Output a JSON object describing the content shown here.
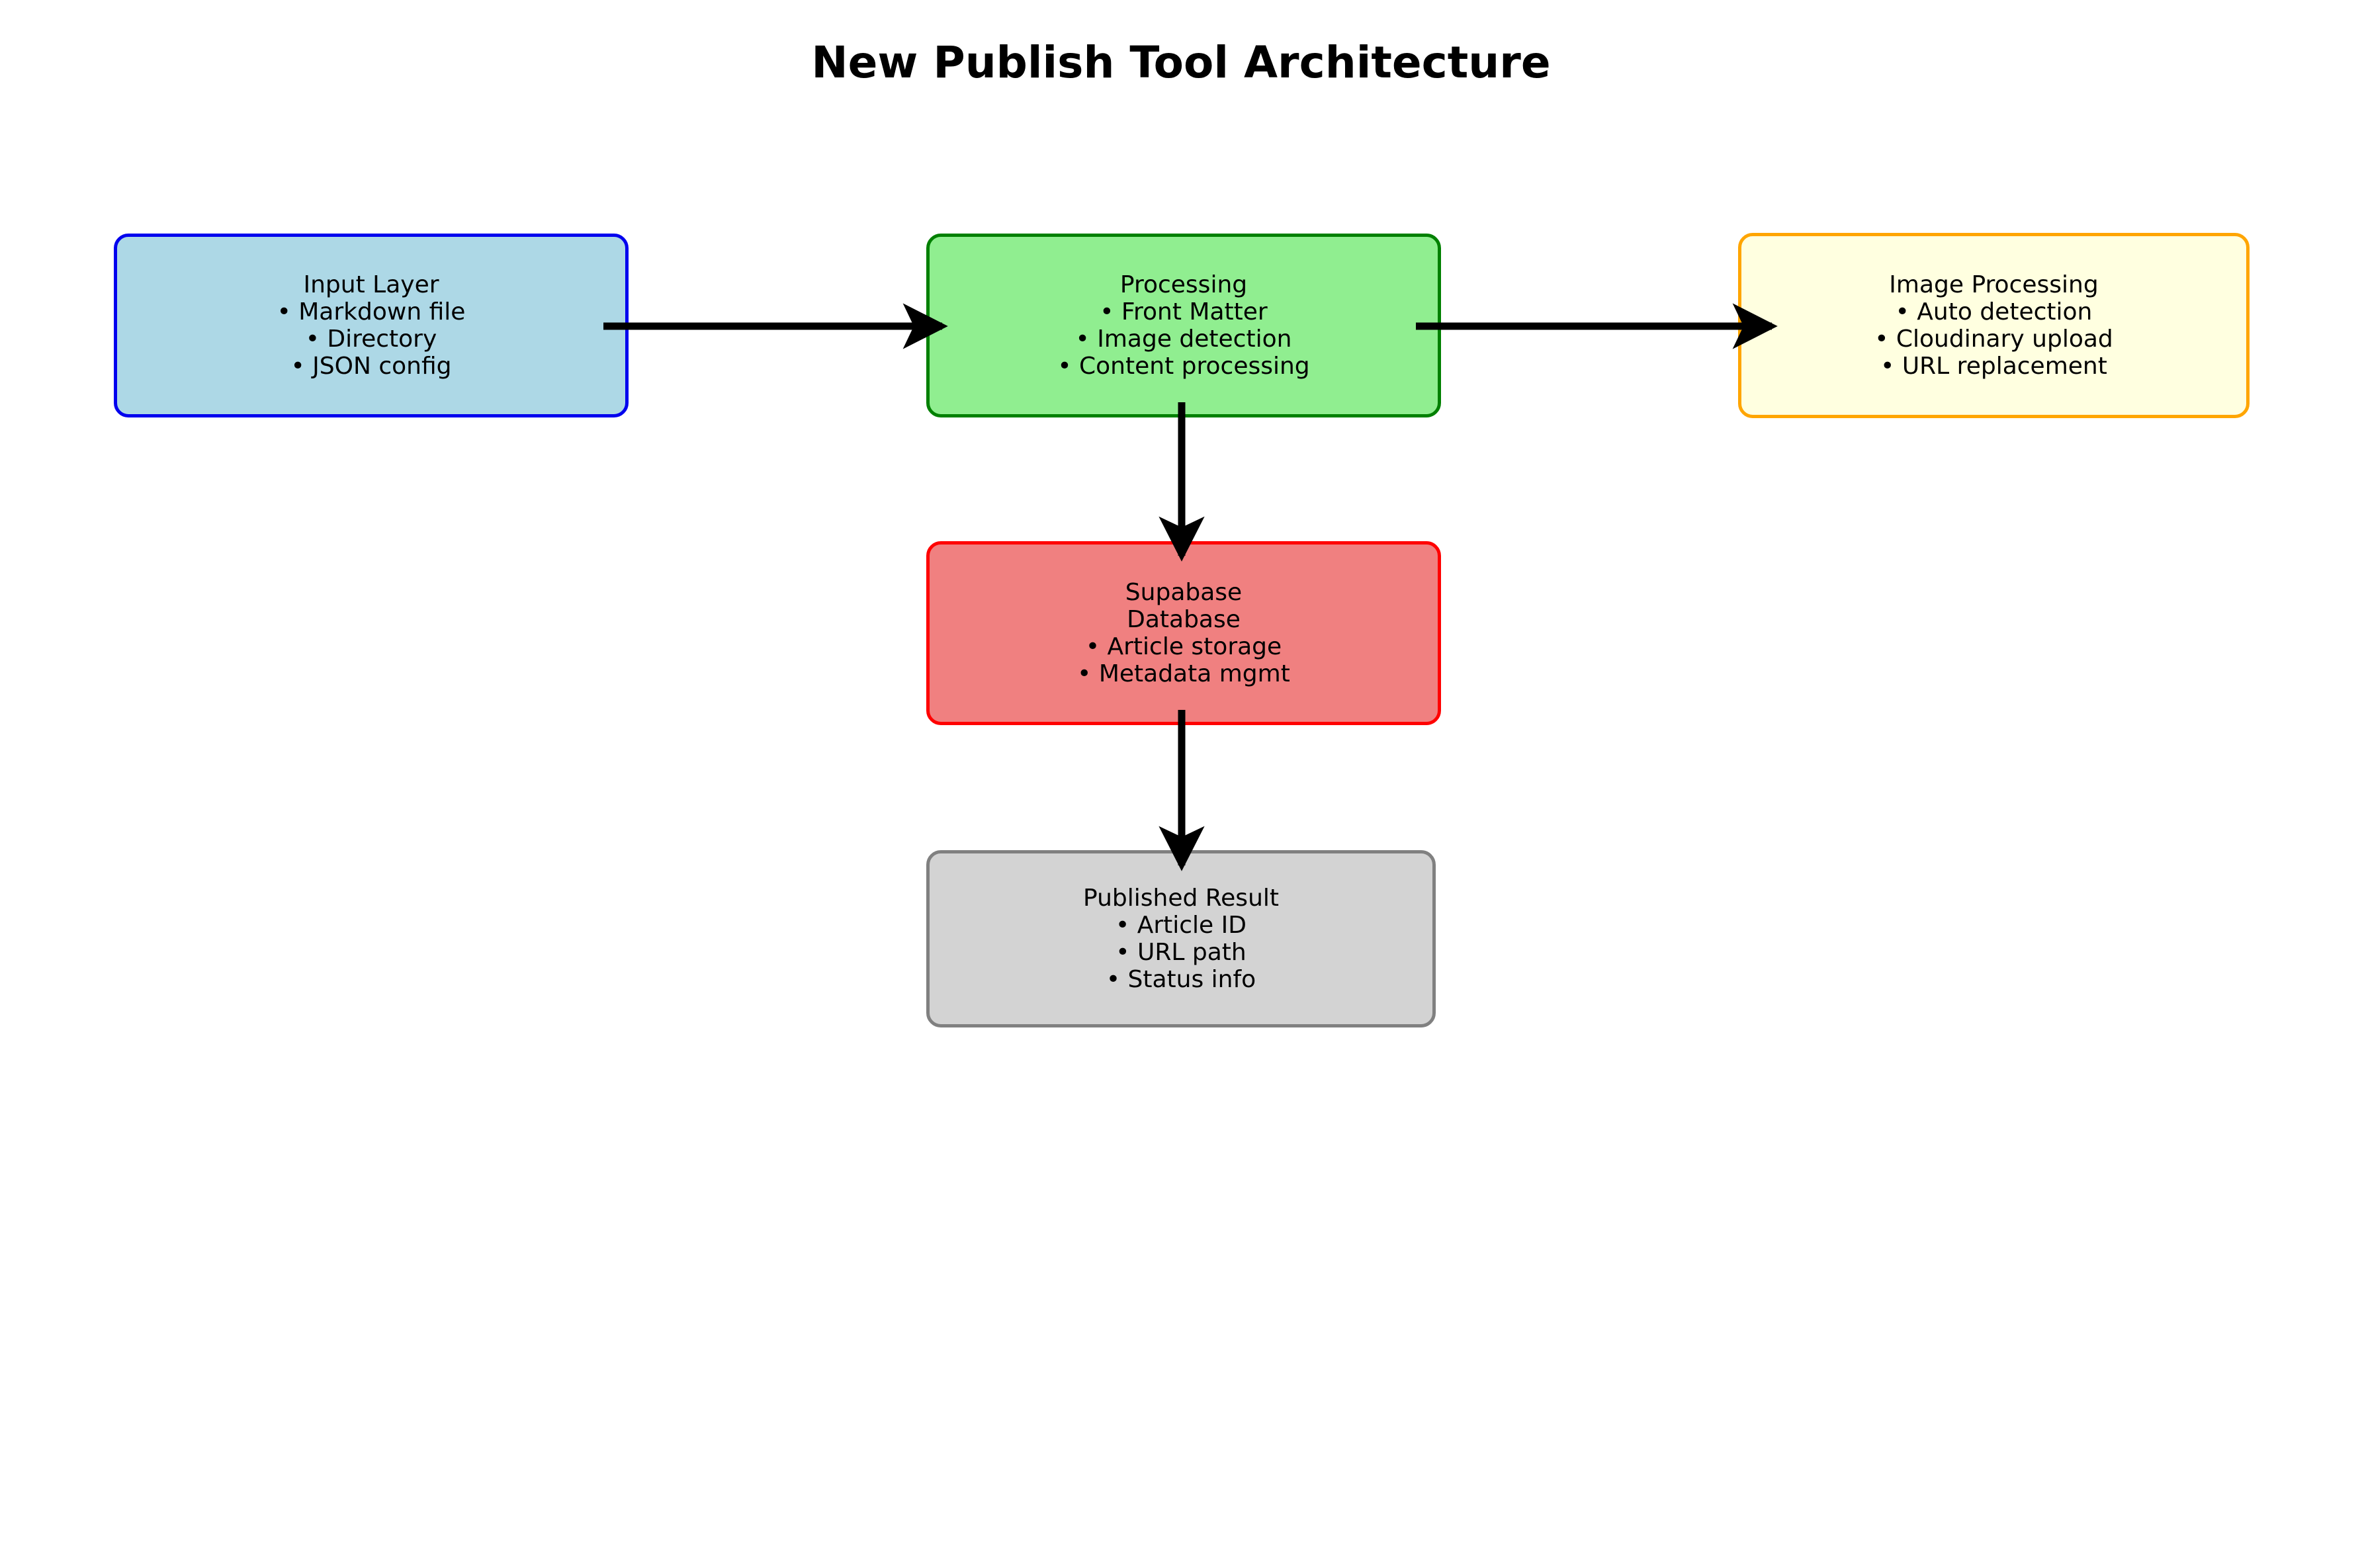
{
  "title": "New Publish Tool Architecture",
  "diagram": {
    "type": "flowchart",
    "background": "#ffffff",
    "nodes": [
      {
        "id": "input-layer",
        "heading": "Input Layer",
        "items": [
          "• Markdown file",
          "• Directory",
          "• JSON config"
        ],
        "fill": "#ADD8E6",
        "stroke": "#0000EE"
      },
      {
        "id": "processing",
        "heading": "Processing",
        "items": [
          "• Front Matter",
          "• Image detection",
          "• Content processing"
        ],
        "fill": "#90EE90",
        "stroke": "#008000"
      },
      {
        "id": "image-processing",
        "heading": "Image Processing",
        "items": [
          "• Auto detection",
          "• Cloudinary upload",
          "• URL replacement"
        ],
        "fill": "#FFFFE0",
        "stroke": "#FFA500"
      },
      {
        "id": "supabase-database",
        "heading": "Supabase",
        "subheading": "Database",
        "items": [
          "• Article storage",
          "• Metadata mgmt"
        ],
        "fill": "#F08080",
        "stroke": "#FF0000"
      },
      {
        "id": "published-result",
        "heading": "Published Result",
        "items": [
          "• Article ID",
          "• URL path",
          "• Status info"
        ],
        "fill": "#D3D3D3",
        "stroke": "#808080"
      }
    ],
    "edges": [
      {
        "id": "input-to-processing",
        "from": "input-layer",
        "to": "processing",
        "direction": "right",
        "color": "#000000"
      },
      {
        "id": "processing-to-image-processing",
        "from": "processing",
        "to": "image-processing",
        "direction": "right",
        "color": "#000000"
      },
      {
        "id": "processing-to-database",
        "from": "processing",
        "to": "supabase-database",
        "direction": "down",
        "color": "#000000"
      },
      {
        "id": "database-to-result",
        "from": "supabase-database",
        "to": "published-result",
        "direction": "down",
        "color": "#000000"
      }
    ]
  }
}
